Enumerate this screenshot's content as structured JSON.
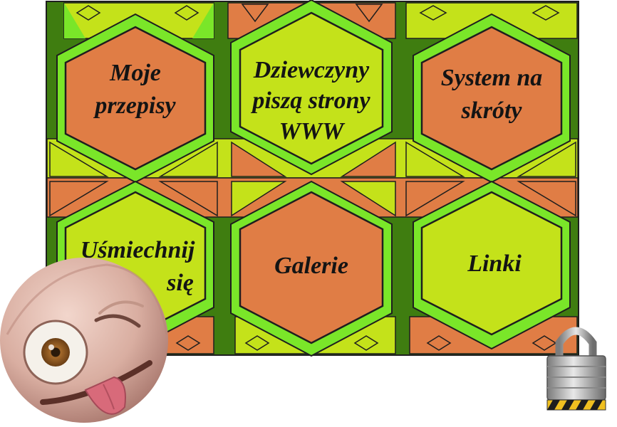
{
  "menu": {
    "items": [
      {
        "id": "moje-przepisy",
        "lines": [
          "Moje",
          "przepisy"
        ]
      },
      {
        "id": "dziewczyny",
        "lines": [
          "Dziewczyny",
          "piszą strony",
          "WWW"
        ]
      },
      {
        "id": "system",
        "lines": [
          "System na",
          "skróty"
        ]
      },
      {
        "id": "usmiechnij",
        "lines": [
          "Uśmiechnij",
          "się"
        ]
      },
      {
        "id": "galerie",
        "lines": [
          "Galerie"
        ]
      },
      {
        "id": "linki",
        "lines": [
          "Linki"
        ]
      }
    ]
  },
  "decorations": {
    "mascot": "winking-tongue-out-face",
    "lock_icon": "padlock-icon"
  },
  "colors": {
    "dark_green": "#3f7d10",
    "bright_green": "#7ae629",
    "lime": "#c4e21a",
    "orange": "#e07d45",
    "outline": "#1e1e1e"
  }
}
